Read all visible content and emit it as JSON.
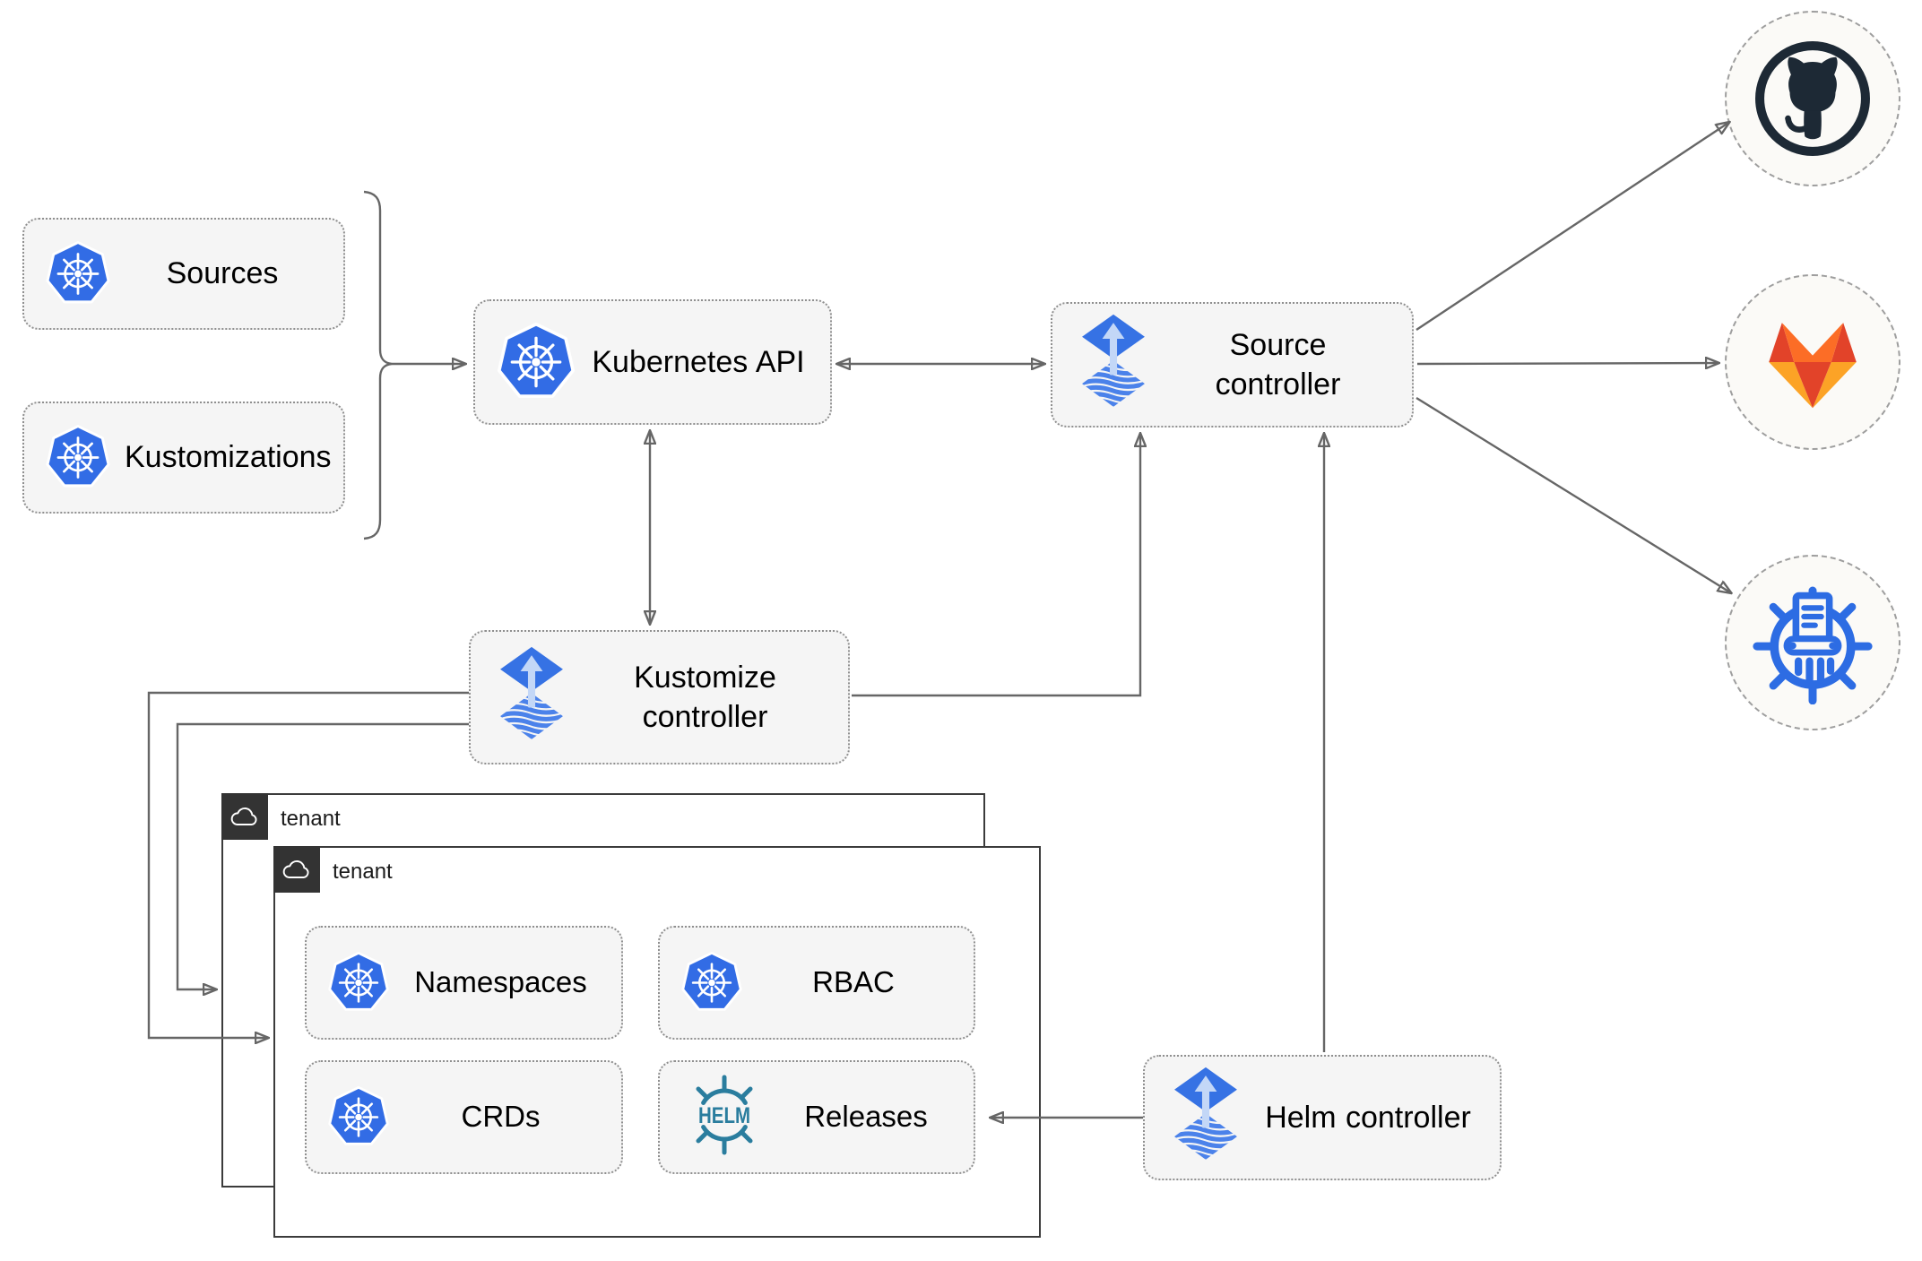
{
  "nodes": {
    "sources": {
      "label": "Sources",
      "icon": "kubernetes"
    },
    "kustomizations": {
      "label": "Kustomizations",
      "icon": "kubernetes"
    },
    "kubernetes_api": {
      "label": "Kubernetes API",
      "icon": "kubernetes"
    },
    "source_controller": {
      "label": "Source controller",
      "icon": "flux"
    },
    "kustomize_controller": {
      "label": "Kustomize controller",
      "icon": "flux"
    },
    "helm_controller": {
      "label": "Helm controller",
      "icon": "flux"
    },
    "namespaces": {
      "label": "Namespaces",
      "icon": "kubernetes"
    },
    "rbac": {
      "label": "RBAC",
      "icon": "kubernetes"
    },
    "crds": {
      "label": "CRDs",
      "icon": "kubernetes"
    },
    "releases": {
      "label": "Releases",
      "icon": "helm",
      "helm_logo_text": "HELM"
    }
  },
  "groups": {
    "outer_tenant": {
      "label": "tenant",
      "icon": "cloud"
    },
    "inner_tenant": {
      "label": "tenant",
      "icon": "cloud"
    }
  },
  "remotes": {
    "github": {
      "icon": "github-logo"
    },
    "gitlab": {
      "icon": "gitlab-logo"
    },
    "kustomize_repo": {
      "icon": "kustomize-logo"
    }
  },
  "colors": {
    "kubernetes_blue": "#326ce5",
    "flux_blue": "#3672e4",
    "flux_arrow_light": "#c3d7f7",
    "helm_teal": "#2a7d9e",
    "github_dark": "#1d2935",
    "gitlab_red": "#e24329",
    "gitlab_orange": "#fc6d26",
    "gitlab_amber": "#fca326",
    "kustomize_blue": "#2d6ce3",
    "edge_gray": "#666666",
    "box_fill": "#f5f5f5",
    "tenant_border": "#3b3b3b"
  }
}
